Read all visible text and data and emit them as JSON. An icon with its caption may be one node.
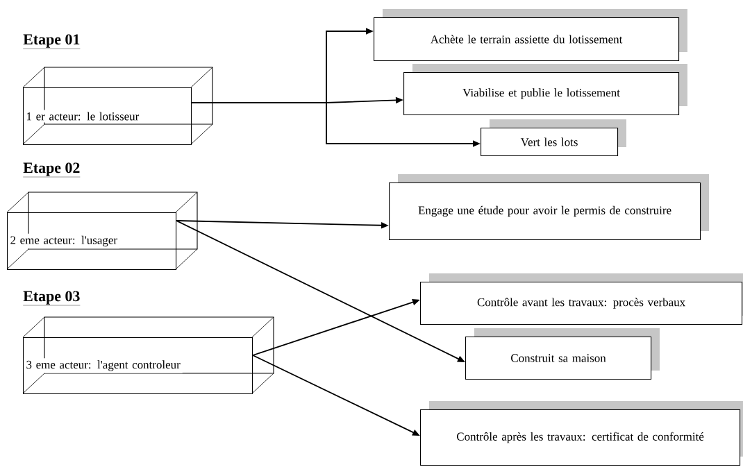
{
  "diagram": {
    "nodes": [
      {
        "text": [
          "Etape 01",
          "1 er acteur: le lotisseur"
        ]
      },
      {
        "text": [
          "Achète le terrain assiette du lotissement"
        ]
      },
      {
        "text": [
          "Viabilise et publie le lotissement"
        ]
      },
      {
        "text": [
          "Vert les lots"
        ]
      },
      {
        "text": [
          "Etape 02",
          "2 eme acteur: l'usager"
        ]
      },
      {
        "text": [
          "Engage une étude pour avoir le permis de construire"
        ]
      },
      {
        "text": [
          "Etape 03",
          "3 eme acteur: l'agent controleur"
        ]
      },
      {
        "text": [
          "Contrôle avant les travaux: procès verbaux"
        ]
      },
      {
        "text": [
          "Construit sa maison"
        ]
      },
      {
        "text": [
          "Contrôle après les travaux: certificat de conformité"
        ]
      }
    ],
    "edges": [
      {
        "from": 0,
        "to": 1,
        "arrow": "to"
      },
      {
        "from": 0,
        "to": 2,
        "arrow": "to"
      },
      {
        "from": 0,
        "to": 3,
        "arrow": "to"
      },
      {
        "from": 4,
        "to": 5,
        "arrow": "to"
      },
      {
        "from": 4,
        "to": 8,
        "arrow": "to"
      },
      {
        "from": 6,
        "to": 7,
        "arrow": "to"
      },
      {
        "from": 6,
        "to": 9,
        "arrow": "to"
      }
    ]
  }
}
